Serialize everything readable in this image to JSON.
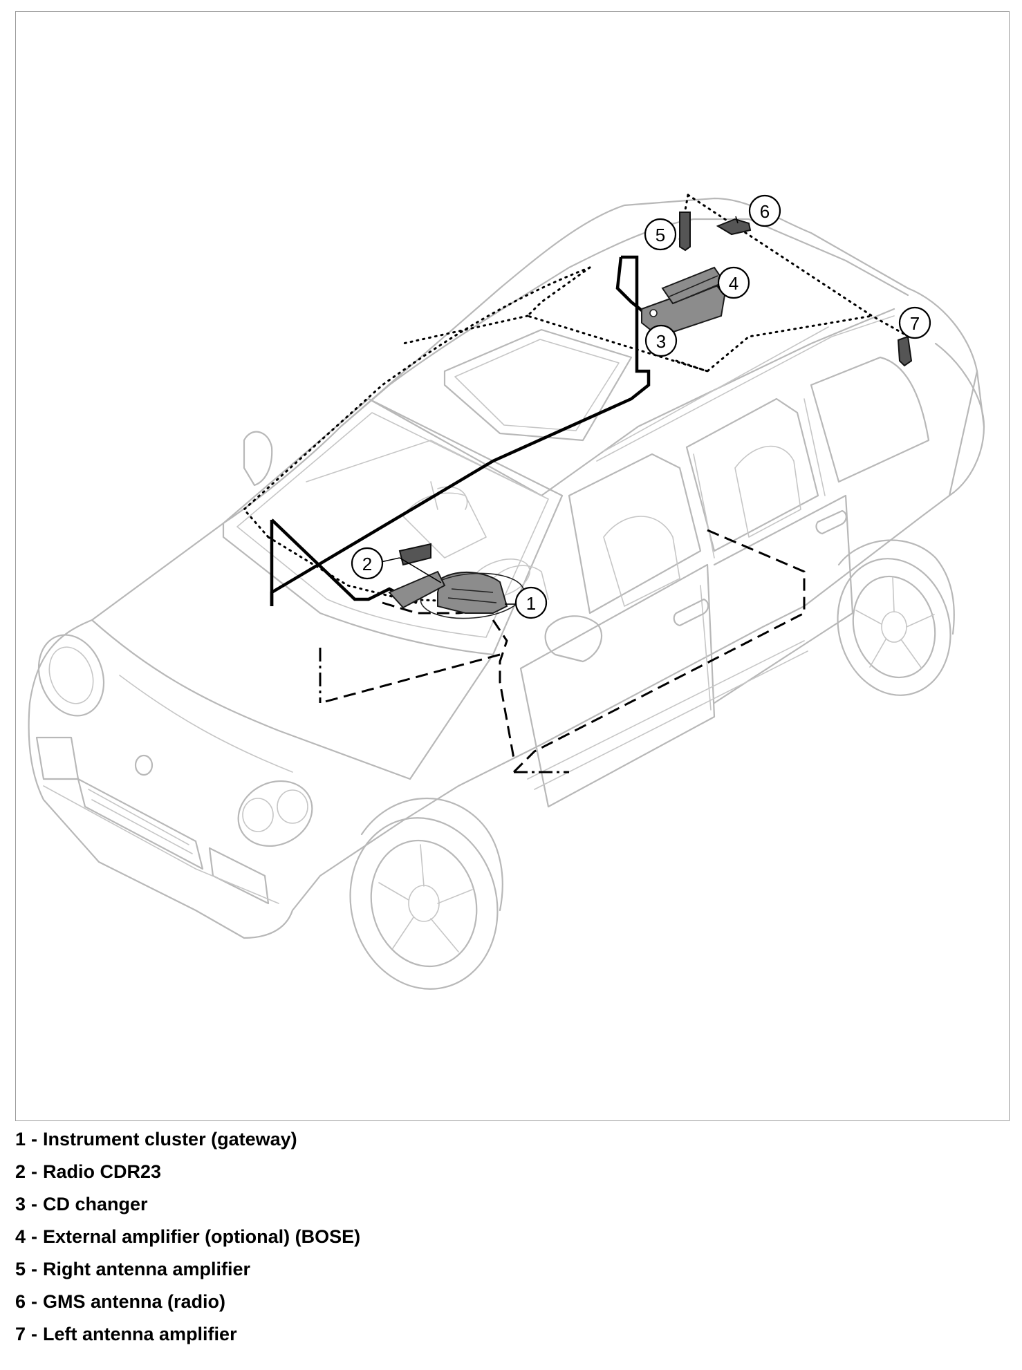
{
  "callouts": [
    {
      "number": "1"
    },
    {
      "number": "2"
    },
    {
      "number": "3"
    },
    {
      "number": "4"
    },
    {
      "number": "5"
    },
    {
      "number": "6"
    },
    {
      "number": "7"
    }
  ],
  "legend": [
    {
      "number": "1",
      "separator": "-",
      "label": "Instrument cluster (gateway)"
    },
    {
      "number": "2",
      "separator": "-",
      "label": "Radio CDR23"
    },
    {
      "number": "3",
      "separator": "-",
      "label": "CD changer"
    },
    {
      "number": "4",
      "separator": "-",
      "label": "External amplifier (optional) (BOSE)"
    },
    {
      "number": "5",
      "separator": "-",
      "label": "Right antenna amplifier"
    },
    {
      "number": "6",
      "separator": "-",
      "label": "GMS antenna (radio)"
    },
    {
      "number": "7",
      "separator": "-",
      "label": "Left antenna amplifier"
    }
  ],
  "colors": {
    "line": "#000000",
    "vehicle_outline": "#b8b8b8",
    "component_fill": "#8c8c8c",
    "frame_border": "#9a9a9a"
  }
}
